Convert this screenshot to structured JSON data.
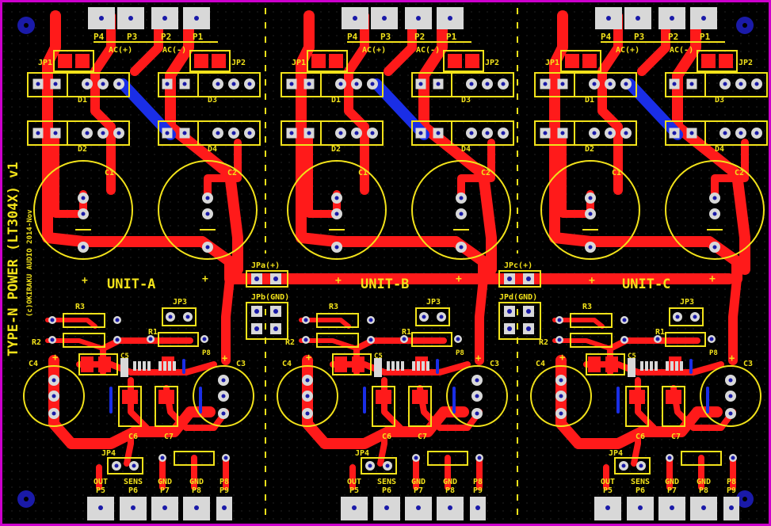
{
  "board": {
    "title": "TYPE-N POWER (LT304X) v1",
    "credit": "(c)OKIRAKU AUDIO 2014-Nov",
    "colors": {
      "background": "#000000",
      "copper_top": "#ff1a1a",
      "copper_bottom": "#1a2ee6",
      "silkscreen": "#f2e21a",
      "pad": "#d8d8d8",
      "border": "#cc00cc"
    }
  },
  "units": [
    {
      "name": "UNIT-A"
    },
    {
      "name": "UNIT-B"
    },
    {
      "name": "UNIT-C"
    }
  ],
  "labels": {
    "p1": "P1",
    "p2": "P2",
    "p3": "P3",
    "p4": "P4",
    "ac_plus": "AC(+)",
    "ac_minus": "AC(-)",
    "jp1": "JP1",
    "jp2": "JP2",
    "jp3": "JP3",
    "jp4": "JP4",
    "d1": "D1",
    "d2": "D2",
    "d3": "D3",
    "d4": "D4",
    "c1": "C1",
    "c2": "C2",
    "c3": "C3",
    "c4": "C4",
    "c5": "C5",
    "c6": "C6",
    "c7": "C7",
    "r1": "R1",
    "r2": "R2",
    "r3": "R3",
    "out": "OUT",
    "sens": "SENS",
    "gnd": "GND",
    "p5": "P5",
    "p6": "P6",
    "p7": "P7",
    "p8": "P8",
    "p9": "P9",
    "plus": "+"
  },
  "jumpers": {
    "jpa": "JPa(+)",
    "jpb": "JPb(GND)",
    "jpc": "JPc(+)",
    "jpd": "JPd(GND)"
  }
}
